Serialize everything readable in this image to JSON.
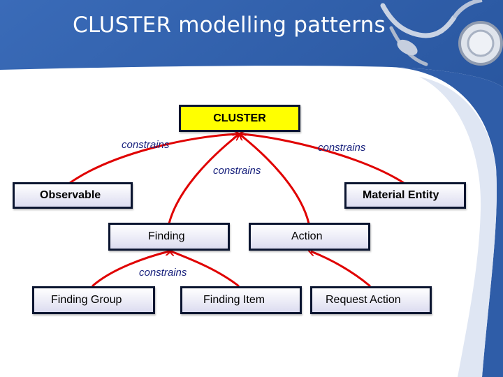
{
  "title": "CLUSTER modelling patterns",
  "nodes": {
    "cluster": "CLUSTER",
    "observable": "Observable",
    "material_entity": "Material Entity",
    "finding": "Finding",
    "action": "Action",
    "finding_group": "Finding Group",
    "finding_item": "Finding Item",
    "request_action": "Request Action"
  },
  "edge_labels": {
    "cluster_left": "constrains",
    "cluster_right": "constrains",
    "cluster_center": "constrains",
    "finding_bottom": "constrains"
  },
  "colors": {
    "slide_blue": "#2f5da8",
    "edge_red": "#e00000",
    "cluster_fill": "#ffff00",
    "label_blue": "#1a237e"
  },
  "icons": [
    "stethoscope-icon"
  ]
}
